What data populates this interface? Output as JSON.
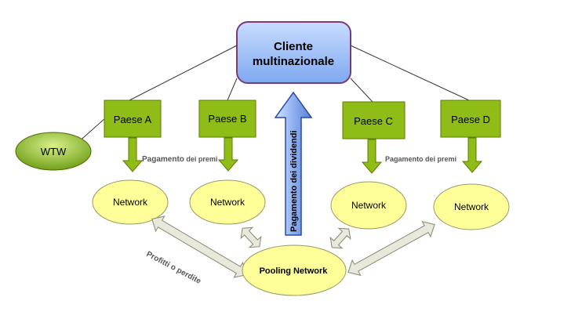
{
  "client": {
    "line1": "Cliente",
    "line2": "multinazionale"
  },
  "countries": [
    {
      "label": "Paese A"
    },
    {
      "label": "Paese B"
    },
    {
      "label": "Paese C"
    },
    {
      "label": "Paese D"
    }
  ],
  "wtw": "WTW",
  "networks": [
    {
      "label": "Network"
    },
    {
      "label": "Network"
    },
    {
      "label": "Network"
    },
    {
      "label": "Network"
    }
  ],
  "pooling": {
    "word1": "Pooling",
    "word2": "Network"
  },
  "premium_payment": {
    "bold_part": "Pagamento",
    "rest": " dei premi",
    "right_label": "Pagamento dei premi"
  },
  "dividend_payment": "Pagamento dei dividendi",
  "profit_loss": "Profitti o perdite",
  "colors": {
    "client_top": "#c8dcff",
    "client_bottom": "#7fa8f0",
    "client_border": "#7a3a7a",
    "country_fill": "#8fbc16",
    "country_border": "#5c7a00",
    "oval_fill": "#ffff99",
    "oval_border": "#999966",
    "wtw_light": "#c8e67a",
    "wtw_dark": "#6a9a12",
    "arrow_green": "#8fbc16",
    "arrow_blue_light": "#c8dcff",
    "arrow_blue_dark": "#6a90e0",
    "double_arrow_fill": "#e8e8dc"
  }
}
